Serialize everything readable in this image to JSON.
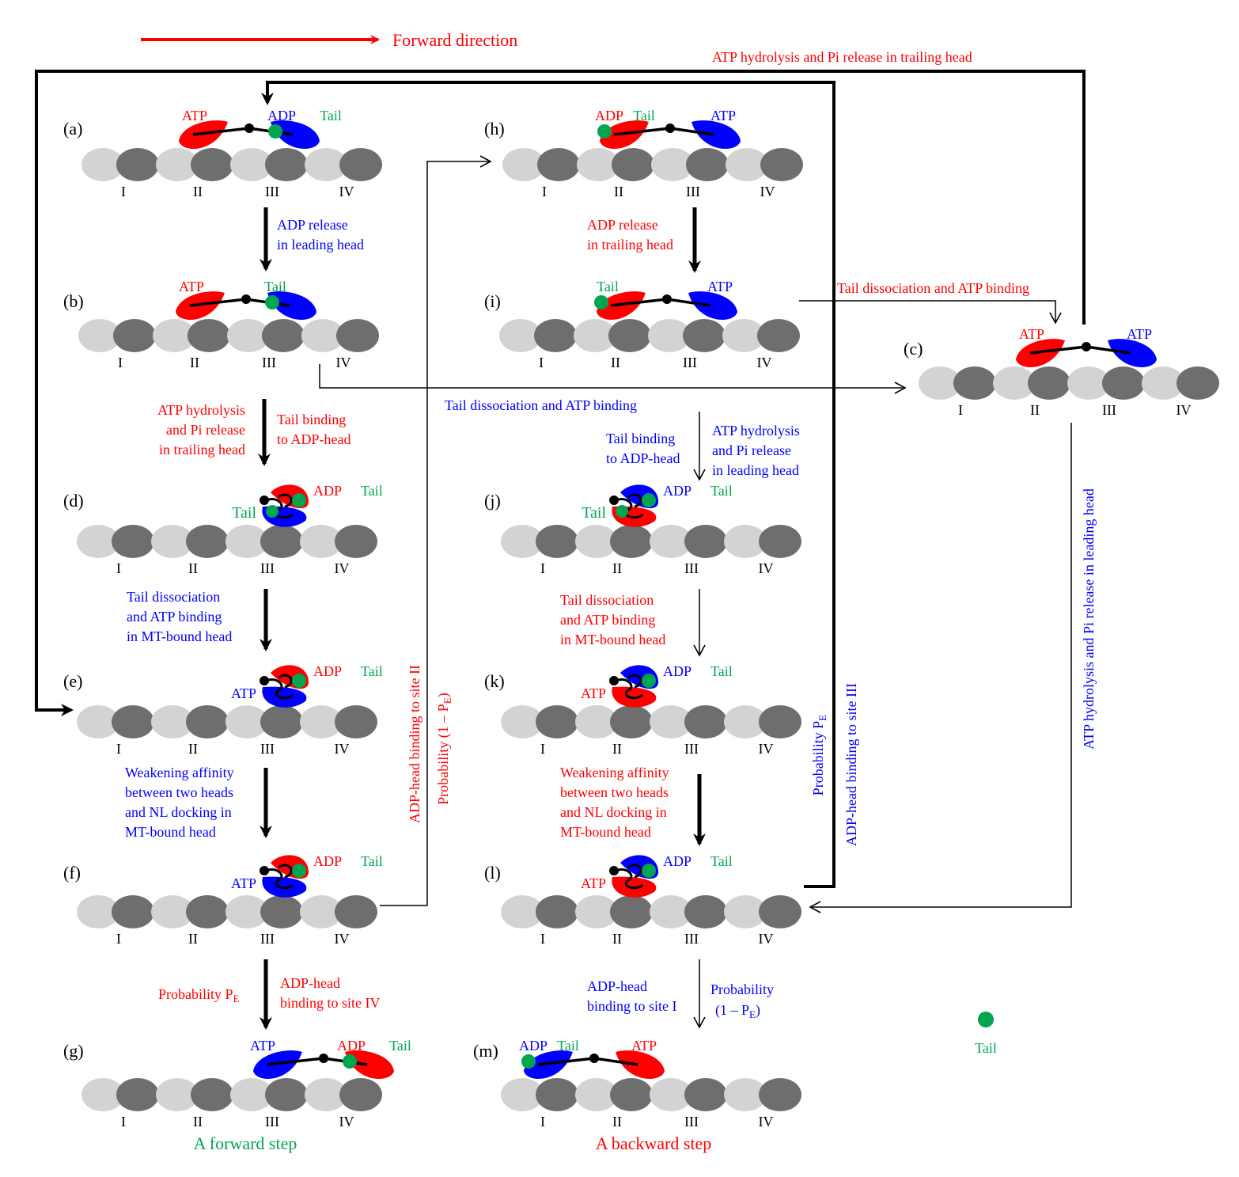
{
  "title": "Forward direction",
  "colors": {
    "red": "#ff0000",
    "blue": "#0000ff",
    "green": "#00a550",
    "black": "#000000",
    "dark_tubulin": "#6e6e6e",
    "light_tubulin": "#d3d3d3"
  },
  "sites": [
    "I",
    "II",
    "III",
    "IV"
  ],
  "legend": {
    "label": "Tail"
  },
  "states": [
    {
      "id": "a",
      "label": "(a)",
      "config": "two-head",
      "trail": {
        "color": "red",
        "site": 1
      },
      "lead": {
        "color": "blue",
        "site": 2
      },
      "tail_on": "lead",
      "labels": [
        {
          "text": "ATP",
          "color": "red"
        },
        {
          "text": "ADP",
          "color": "blue"
        },
        {
          "text": "Tail",
          "color": "green"
        }
      ]
    },
    {
      "id": "b",
      "label": "(b)",
      "config": "two-head",
      "trail": {
        "color": "red",
        "site": 1
      },
      "lead": {
        "color": "blue",
        "site": 2
      },
      "tail_on": "lead",
      "labels": [
        {
          "text": "ATP",
          "color": "red"
        },
        {
          "text": "Tail",
          "color": "green"
        }
      ]
    },
    {
      "id": "c",
      "label": "(c)",
      "config": "two-head",
      "trail": {
        "color": "red",
        "site": 1
      },
      "lead": {
        "color": "blue",
        "site": 2
      },
      "tail_on": "none",
      "labels": [
        {
          "text": "ATP",
          "color": "red"
        },
        {
          "text": "ATP",
          "color": "blue"
        }
      ]
    },
    {
      "id": "d",
      "label": "(d)",
      "config": "stacked",
      "site": 2,
      "top": "red",
      "bottom": "blue",
      "tails": 2,
      "labels": [
        {
          "text": "ADP",
          "color": "red"
        },
        {
          "text": "Tail",
          "color": "green"
        },
        {
          "text": "Tail",
          "color": "green"
        }
      ]
    },
    {
      "id": "e",
      "label": "(e)",
      "config": "stacked",
      "site": 2,
      "top": "red",
      "bottom": "blue",
      "tails": 1,
      "labels": [
        {
          "text": "ADP",
          "color": "red"
        },
        {
          "text": "Tail",
          "color": "green"
        },
        {
          "text": "ATP",
          "color": "blue"
        }
      ]
    },
    {
      "id": "f",
      "label": "(f)",
      "config": "stacked",
      "site": 2,
      "top": "red",
      "bottom": "blue",
      "tails": 1,
      "labels": [
        {
          "text": "ADP",
          "color": "red"
        },
        {
          "text": "Tail",
          "color": "green"
        },
        {
          "text": "ATP",
          "color": "blue"
        }
      ]
    },
    {
      "id": "g",
      "label": "(g)",
      "config": "two-head",
      "trail": {
        "color": "blue",
        "site": 2
      },
      "lead": {
        "color": "red",
        "site": 3
      },
      "tail_on": "lead",
      "labels": [
        {
          "text": "ATP",
          "color": "blue"
        },
        {
          "text": "ADP",
          "color": "red"
        },
        {
          "text": "Tail",
          "color": "green"
        }
      ]
    },
    {
      "id": "h",
      "label": "(h)",
      "config": "two-head",
      "trail": {
        "color": "red",
        "site": 1
      },
      "lead": {
        "color": "blue",
        "site": 2
      },
      "tail_on": "trail",
      "labels": [
        {
          "text": "ADP",
          "color": "red"
        },
        {
          "text": "Tail",
          "color": "green"
        },
        {
          "text": "ATP",
          "color": "blue"
        }
      ]
    },
    {
      "id": "i",
      "label": "(i)",
      "config": "two-head",
      "trail": {
        "color": "red",
        "site": 1
      },
      "lead": {
        "color": "blue",
        "site": 2
      },
      "tail_on": "trail",
      "labels": [
        {
          "text": "Tail",
          "color": "green"
        },
        {
          "text": "ATP",
          "color": "blue"
        }
      ]
    },
    {
      "id": "j",
      "label": "(j)",
      "config": "stacked",
      "site": 1,
      "top": "blue",
      "bottom": "red",
      "tails": 2,
      "labels": [
        {
          "text": "ADP",
          "color": "blue"
        },
        {
          "text": "Tail",
          "color": "green"
        },
        {
          "text": "Tail",
          "color": "green"
        }
      ]
    },
    {
      "id": "k",
      "label": "(k)",
      "config": "stacked",
      "site": 1,
      "top": "blue",
      "bottom": "red",
      "tails": 1,
      "labels": [
        {
          "text": "ADP",
          "color": "blue"
        },
        {
          "text": "Tail",
          "color": "green"
        },
        {
          "text": "ATP",
          "color": "red"
        }
      ]
    },
    {
      "id": "l",
      "label": "(l)",
      "config": "stacked",
      "site": 1,
      "top": "blue",
      "bottom": "red",
      "tails": 1,
      "labels": [
        {
          "text": "ADP",
          "color": "blue"
        },
        {
          "text": "Tail",
          "color": "green"
        },
        {
          "text": "ATP",
          "color": "red"
        }
      ]
    },
    {
      "id": "m",
      "label": "(m)",
      "config": "two-head",
      "trail": {
        "color": "blue",
        "site": 0
      },
      "lead": {
        "color": "red",
        "site": 1
      },
      "tail_on": "trail",
      "labels": [
        {
          "text": "ADP",
          "color": "blue"
        },
        {
          "text": "Tail",
          "color": "green"
        },
        {
          "text": "ATP",
          "color": "red"
        }
      ]
    }
  ],
  "captions": {
    "forward_step": "A forward step",
    "backward_step": "A backward step"
  },
  "transitions": [
    {
      "id": "a-b",
      "color": "blue",
      "lines": [
        "ADP release",
        "in leading head"
      ]
    },
    {
      "id": "b-d-left",
      "color": "red",
      "lines": [
        "ATP hydrolysis",
        "and Pi release",
        "in trailing head"
      ]
    },
    {
      "id": "b-d-right",
      "color": "red",
      "lines": [
        "Tail binding",
        "to ADP-head"
      ]
    },
    {
      "id": "d-e",
      "color": "blue",
      "lines": [
        "Tail dissociation",
        "and ATP binding",
        "in MT-bound head"
      ]
    },
    {
      "id": "e-f",
      "color": "blue",
      "lines": [
        "Weakening affinity",
        "between two heads",
        "and NL docking in",
        "MT-bound head"
      ]
    },
    {
      "id": "f-g-left",
      "color": "red",
      "lines": [
        "Probability P",
        "E"
      ]
    },
    {
      "id": "f-g-right",
      "color": "red",
      "lines": [
        "ADP-head",
        "binding  to site IV"
      ]
    },
    {
      "id": "h-i",
      "color": "red",
      "lines": [
        "ADP release",
        "in trailing head"
      ]
    },
    {
      "id": "i-c",
      "color": "red",
      "lines": [
        "Tail dissociation and ATP binding"
      ]
    },
    {
      "id": "b-c",
      "color": "blue",
      "lines": [
        "Tail dissociation and ATP binding"
      ]
    },
    {
      "id": "i-j-left",
      "color": "blue",
      "lines": [
        "Tail binding",
        "to ADP-head"
      ]
    },
    {
      "id": "i-j-right",
      "color": "blue",
      "lines": [
        "ATP hydrolysis",
        "and Pi release",
        "in leading head"
      ]
    },
    {
      "id": "j-k",
      "color": "red",
      "lines": [
        "Tail dissociation",
        "and ATP binding",
        "in MT-bound head"
      ]
    },
    {
      "id": "k-l",
      "color": "red",
      "lines": [
        "Weakening affinity",
        "between two heads",
        "and NL docking in",
        "MT-bound head"
      ]
    },
    {
      "id": "l-m-left",
      "color": "blue",
      "lines": [
        "ADP-head",
        "binding to site I"
      ]
    },
    {
      "id": "l-m-right",
      "color": "blue",
      "lines": [
        "Probability",
        "(1 – P",
        "E",
        ")"
      ]
    },
    {
      "id": "c-a",
      "color": "red",
      "lines": [
        "ATP hydrolysis and Pi release in trailing head"
      ]
    },
    {
      "id": "c-l",
      "color": "blue",
      "lines": [
        "ATP hydrolysis and Pi release in leading head"
      ]
    },
    {
      "id": "f-h-1",
      "color": "red",
      "lines": [
        "ADP-head binding to site II"
      ]
    },
    {
      "id": "f-h-2",
      "color": "red",
      "lines": [
        "Probability (1 – P",
        "E",
        ")"
      ]
    },
    {
      "id": "l-a-1",
      "color": "blue",
      "lines": [
        "Probability P",
        "E"
      ]
    },
    {
      "id": "l-a-2",
      "color": "blue",
      "lines": [
        "ADP-head binding to site III"
      ]
    }
  ]
}
